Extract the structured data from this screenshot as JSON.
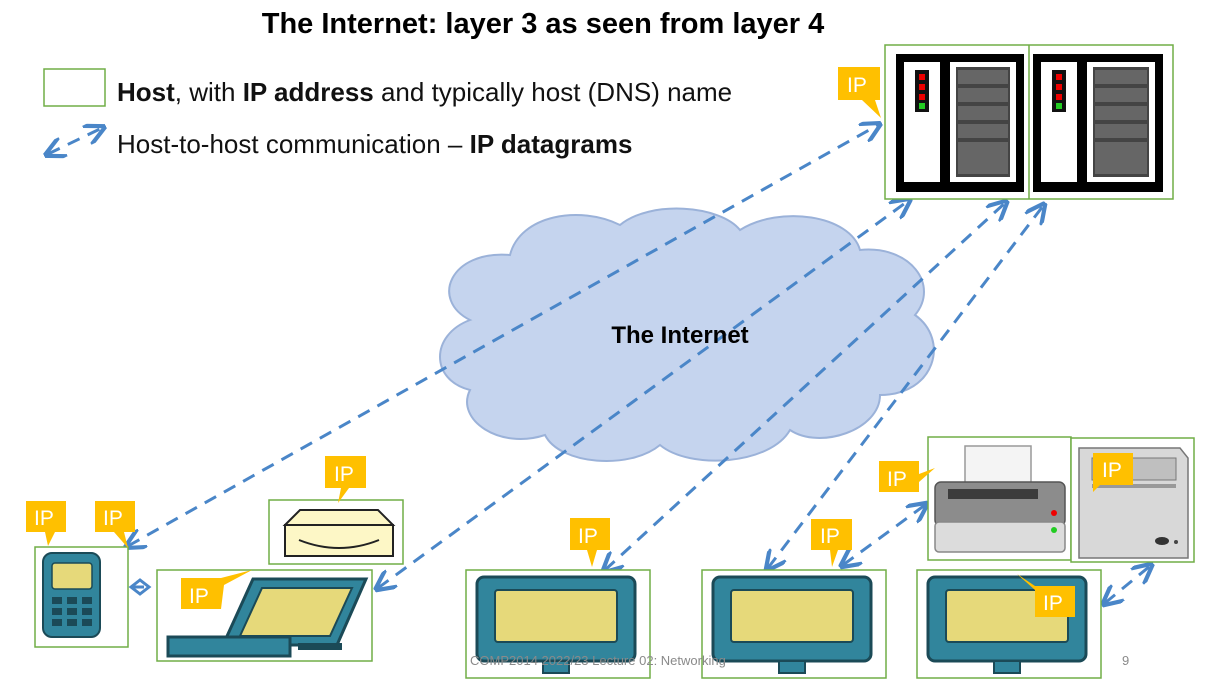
{
  "title": "The Internet: layer 3 as seen from layer 4",
  "legend": {
    "host_bold": "Host",
    "host_mid": ", with ",
    "host_bold2": "IP address",
    "host_rest": " and typically host (DNS) name",
    "comm_text": "Host-to-host communication – ",
    "comm_bold": "IP datagrams"
  },
  "cloud_label": "The Internet",
  "ip_tag": "IP",
  "footer": "COMP2014 2022/23 Lecture 02: Networking",
  "page_number": "9",
  "colors": {
    "host_border": "#70ad47",
    "arrow": "#4a86c8",
    "cloud_fill": "#c5d4ee",
    "cloud_stroke": "#9bb2d9",
    "ip_callout": "#ffc000",
    "device_teal": "#31859c",
    "screen_yellow": "#e6d97a"
  }
}
